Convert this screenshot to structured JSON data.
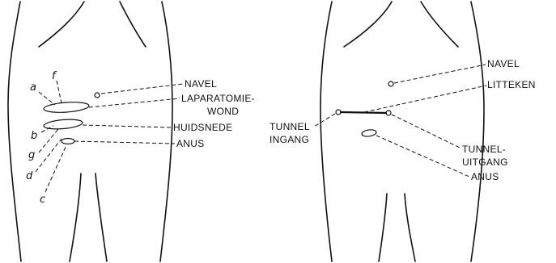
{
  "left_panel": {
    "labels": {
      "navel": "NAVEL",
      "laparotomie_line1": "LAPARATOMIE-",
      "laparotomie_line2": "WOND",
      "huidsnede": "HUIDSNEDE",
      "anus": "ANUS"
    },
    "letters": {
      "a": "a",
      "b": "b",
      "c": "c",
      "d": "d",
      "f": "f",
      "g": "g"
    }
  },
  "right_panel": {
    "labels": {
      "navel": "NAVEL",
      "litteken": "LITTEKEN",
      "tunnel_ingang_line1": "TUNNEL",
      "tunnel_ingang_line2": "INGANG",
      "tunnel_uitgang_line1": "TUNNEL-",
      "tunnel_uitgang_line2": "UITGANG",
      "anus": "ANUS"
    }
  }
}
